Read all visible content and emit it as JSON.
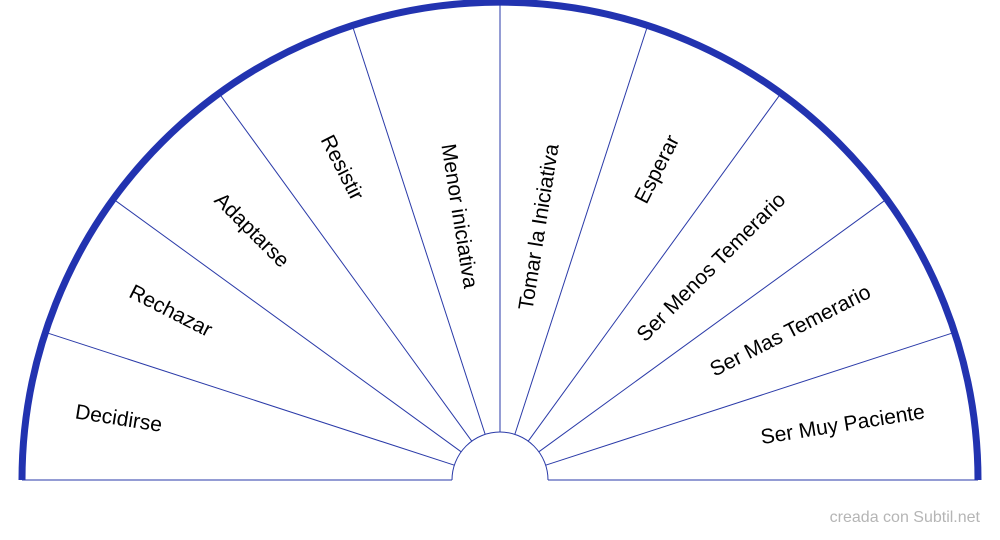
{
  "diagram": {
    "segments": [
      {
        "label": "Decidirse"
      },
      {
        "label": "Rechazar"
      },
      {
        "label": "Adaptarse"
      },
      {
        "label": "Resistir"
      },
      {
        "label": "Menor iniciativa"
      },
      {
        "label": "Tomar la Iniciativa"
      },
      {
        "label": "Esperar"
      },
      {
        "label": "Ser Menos Temerario"
      },
      {
        "label": "Ser Mas Temerario"
      },
      {
        "label": "Ser Muy Paciente"
      }
    ],
    "colors": {
      "outer_arc": "#2233b0",
      "spokes": "#2a3aa8",
      "text": "#000000"
    }
  },
  "footer": {
    "credit": "creada con Subtil.net",
    "color": "#b5b5b5"
  }
}
